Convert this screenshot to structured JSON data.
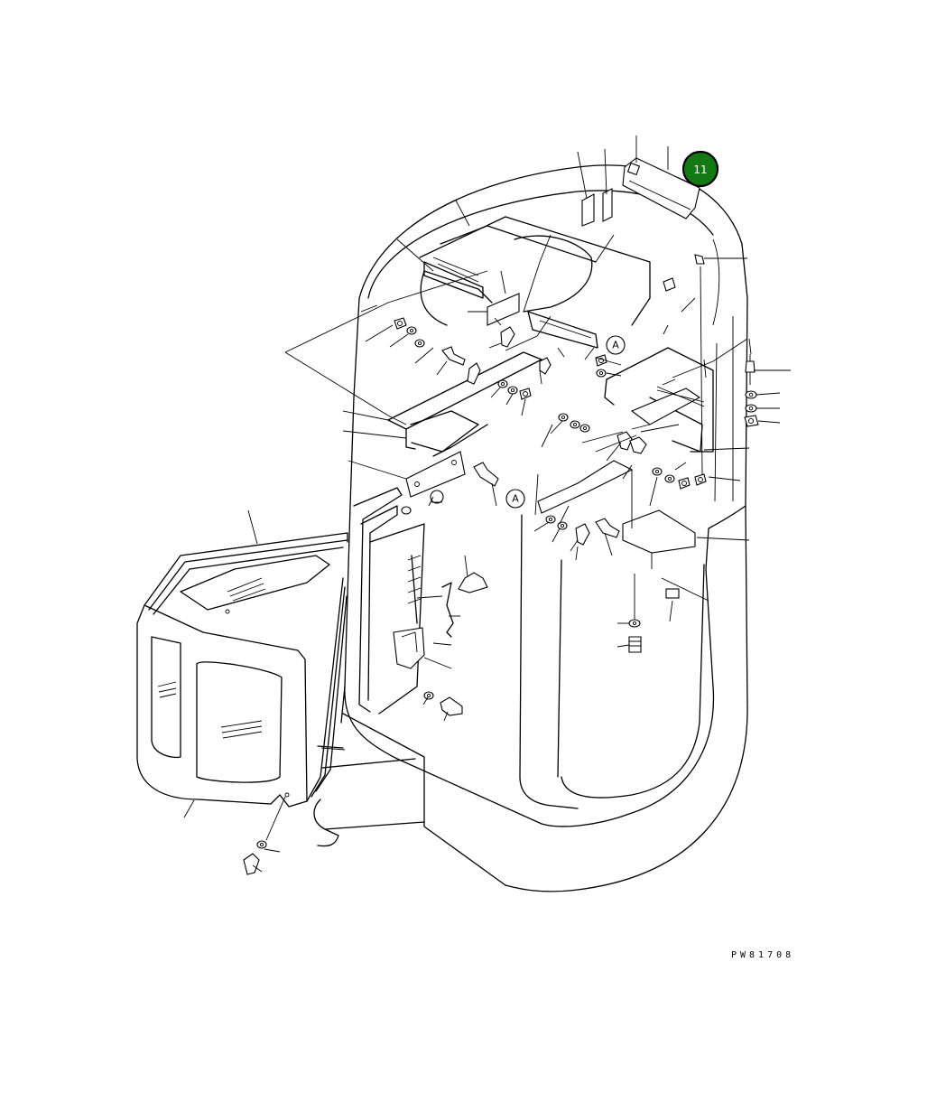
{
  "diagram": {
    "drawing_number": "PW81708",
    "highlighted_part": {
      "label": "11",
      "color": "#137a13"
    },
    "view_reference_marks": [
      "A",
      "A"
    ]
  }
}
